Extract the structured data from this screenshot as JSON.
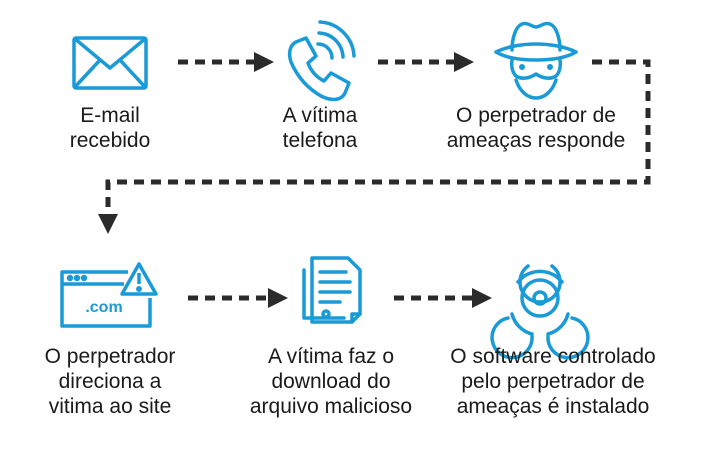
{
  "colors": {
    "icon": "#1a9ad6",
    "arrow": "#2b2b2b",
    "text": "#1a1a1a"
  },
  "steps": [
    {
      "icon": "envelope-icon",
      "label": "E-mail\nrecebido"
    },
    {
      "icon": "phone-ringing-icon",
      "label": "A vítima\ntelefona"
    },
    {
      "icon": "spy-hat-icon",
      "label": "O perpetrador de\nameaças responde"
    },
    {
      "icon": "browser-warning-icon",
      "icon_text": ".com",
      "label": "O perpetrador\ndireciona a\nvitima ao site"
    },
    {
      "icon": "documents-icon",
      "label": "A vítima faz o\ndownload do\narquivo malicioso"
    },
    {
      "icon": "biohazard-icon",
      "label": "O software controlado\npelo perpetrador de\nameaças é instalado"
    }
  ]
}
